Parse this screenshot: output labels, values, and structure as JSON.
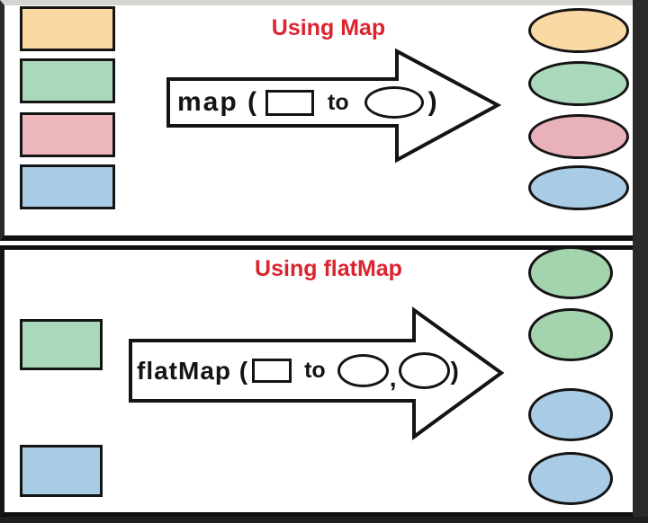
{
  "colors": {
    "accent_red": "#dc2430",
    "outline": "#141414",
    "frame_dark": "#2a2a2a",
    "panel_background": "#ffffff"
  },
  "panels": [
    {
      "title": "Using Map",
      "title_color": "#dc2430",
      "arrow": {
        "fn_open": "map (",
        "to": "to",
        "close": ")"
      },
      "inputs": [
        {
          "shape": "rectangle",
          "color": "#fbd9a4",
          "name": "orange"
        },
        {
          "shape": "rectangle",
          "color": "#aad8ba",
          "name": "green"
        },
        {
          "shape": "rectangle",
          "color": "#edb7bd",
          "name": "pink"
        },
        {
          "shape": "rectangle",
          "color": "#a9cce6",
          "name": "blue"
        }
      ],
      "outputs": [
        {
          "shape": "ellipse",
          "color": "#fbd9a4",
          "name": "orange"
        },
        {
          "shape": "ellipse",
          "color": "#aad8ba",
          "name": "green"
        },
        {
          "shape": "ellipse",
          "color": "#e9b2ba",
          "name": "pink"
        },
        {
          "shape": "ellipse",
          "color": "#a9cce6",
          "name": "blue"
        }
      ]
    },
    {
      "title": "Using flatMap",
      "title_color": "#dc2430",
      "arrow": {
        "fn_open": "flatMap (",
        "to": "to",
        "comma": ",",
        "close": ")"
      },
      "inputs": [
        {
          "shape": "rectangle",
          "color": "#aad8ba",
          "name": "green"
        },
        {
          "shape": "rectangle",
          "color": "#a9cce6",
          "name": "blue"
        }
      ],
      "outputs": [
        {
          "shape": "ellipse",
          "color": "#a4d4ad",
          "name": "green"
        },
        {
          "shape": "ellipse",
          "color": "#a4d4ad",
          "name": "green"
        },
        {
          "shape": "ellipse",
          "color": "#a9cce6",
          "name": "blue"
        },
        {
          "shape": "ellipse",
          "color": "#a9cce6",
          "name": "blue"
        }
      ]
    }
  ]
}
